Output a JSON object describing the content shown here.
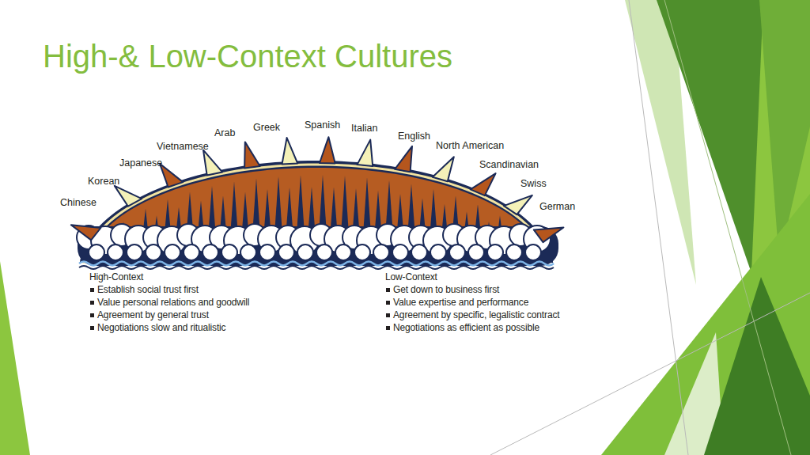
{
  "diagram": {
    "title": "High-& Low-Context Cultures",
    "labels": [
      "Chinese",
      "Korean",
      "Japanese",
      "Vietnamese",
      "Arab",
      "Greek",
      "Spanish",
      "Italian",
      "English",
      "North American",
      "Scandinavian",
      "Swiss",
      "German",
      "High-Context",
      "Establish social trust first",
      "Value personal relations and goodwill",
      "Agreement by general trust",
      "Negotiations slow and ritualistic",
      "Low-Context",
      "Get down to business first",
      "Value expertise and performance",
      "Agreement by specific, legalistic contract",
      "Negotiations as efficient as possible"
    ]
  }
}
